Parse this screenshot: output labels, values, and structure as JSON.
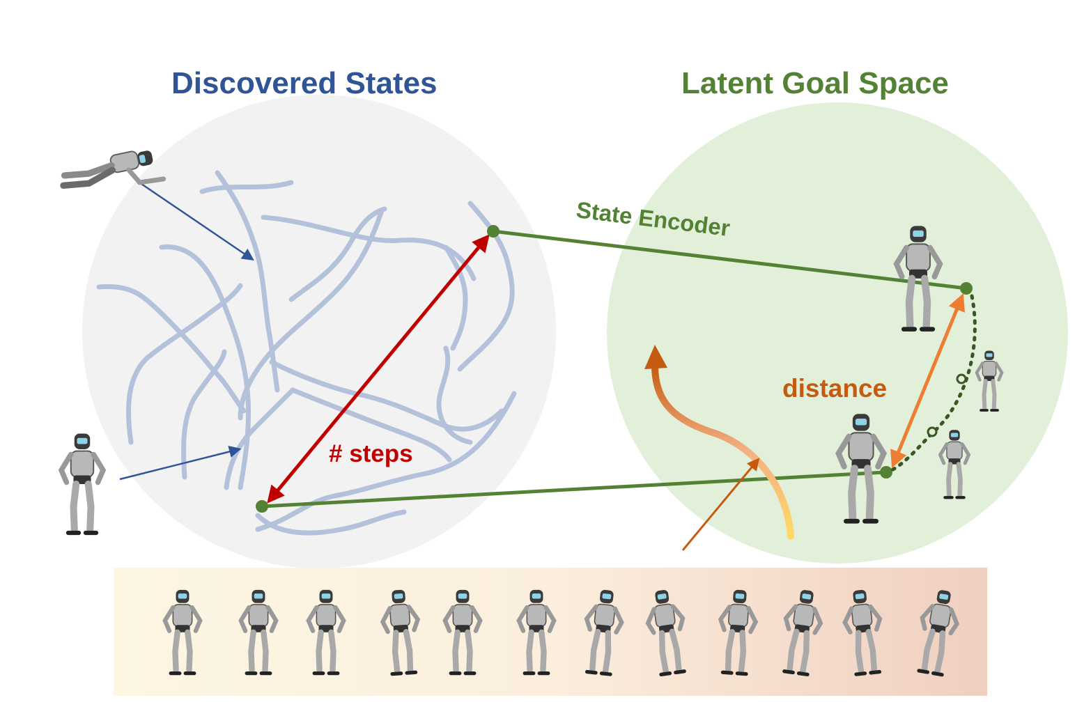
{
  "titles": {
    "discovered_states": "Discovered States",
    "latent_goal_space": "Latent Goal Space"
  },
  "labels": {
    "state_encoder": "State Encoder",
    "steps": "# steps",
    "distance": "distance"
  },
  "colors": {
    "discovered_title": "#2f5597",
    "latent_title": "#548235",
    "left_circle": "#f2f2f2",
    "right_circle": "#e2f0d9",
    "trajectory": "#b4c1da",
    "encoder_line": "#548235",
    "steps_arrow": "#c00000",
    "distance_arrow": "#ed7d31",
    "distance_text": "#c55a11",
    "blue_arrow": "#2f5597",
    "orange_arrow": "#c55a11",
    "strip_start": "#fdf6e3",
    "strip_end": "#f0cfc0"
  },
  "icons": {
    "robot": "humanoid-robot-icon"
  }
}
